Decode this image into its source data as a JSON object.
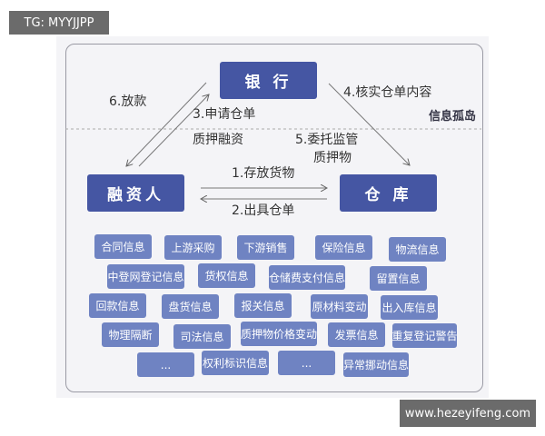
{
  "watermark_top": "TG: MYYJJPP",
  "watermark_bottom": "www.hezeyifeng.com",
  "nodes": {
    "bank": "银 行",
    "financier": "融资人",
    "warehouse": "仓 库"
  },
  "info_island": "信息孤岛",
  "flows": {
    "f1": "1.存放货物",
    "f2": "2.出具仓单",
    "f3a": "3.申请仓单",
    "f3b": "质押融资",
    "f4": "4.核实仓单内容",
    "f5a": "5.委托监管",
    "f5b": "质押物",
    "f6": "6.放款"
  },
  "tags": [
    "合同信息",
    "上游采购",
    "下游销售",
    "保险信息",
    "物流信息",
    "中登网登记信息",
    "货权信息",
    "仓储费支付信息",
    "留置信息",
    "回款信息",
    "盘货信息",
    "报关信息",
    "原材料变动",
    "出入库信息",
    "物理隔断",
    "司法信息",
    "质押物价格变动",
    "发票信息",
    "重复登记警告",
    "...",
    "权利标识信息",
    "...",
    "异常挪动信息"
  ],
  "colors": {
    "node": "#4556a3",
    "tag": "#6f83c2"
  }
}
